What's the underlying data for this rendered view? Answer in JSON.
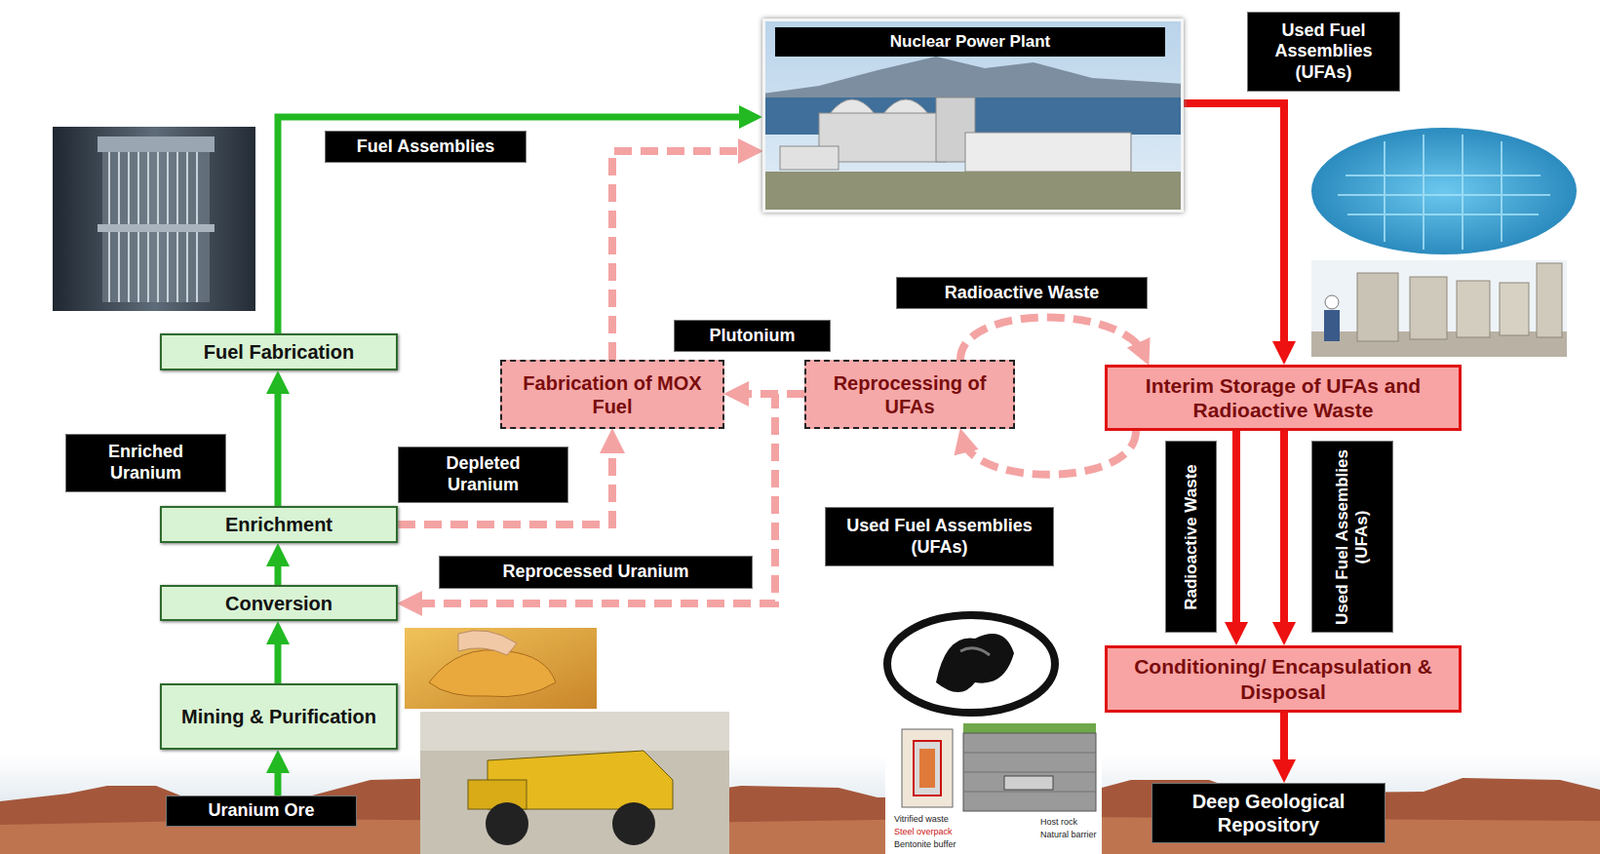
{
  "diagram": {
    "nodes": [
      {
        "text": [
          "Uranium Ore"
        ]
      },
      {
        "text": [
          "Mining & Purification"
        ]
      },
      {
        "text": [
          "Conversion"
        ]
      },
      {
        "text": [
          "Enrichment"
        ]
      },
      {
        "text": [
          "Fuel Fabrication"
        ]
      },
      {
        "text": [
          "Nuclear Power Plant"
        ]
      },
      {
        "text": [
          "Fabrication of MOX Fuel"
        ]
      },
      {
        "text": [
          "Reprocessing of UFAs"
        ]
      },
      {
        "text": [
          "Interim Storage of UFAs and Radioactive Waste"
        ]
      },
      {
        "text": [
          "Conditioning/ Encapsulation & Disposal"
        ]
      },
      {
        "text": [
          "Deep Geological Repository"
        ]
      }
    ],
    "edges": [
      {
        "from": 0,
        "to": 1,
        "arrow": "to"
      },
      {
        "from": 1,
        "to": 2,
        "arrow": "to"
      },
      {
        "from": 2,
        "to": 3,
        "arrow": "to"
      },
      {
        "from": 3,
        "to": 4,
        "label": "Enriched Uranium",
        "arrow": "to"
      },
      {
        "from": 4,
        "to": 5,
        "label": "Fuel Assemblies",
        "arrow": "to"
      },
      {
        "from": 3,
        "to": 6,
        "label": "Depleted Uranium",
        "arrow": "to"
      },
      {
        "from": 6,
        "to": 5,
        "arrow": "to"
      },
      {
        "from": 7,
        "to": 6,
        "label": "Plutonium",
        "arrow": "to"
      },
      {
        "from": 7,
        "to": 2,
        "label": "Reprocessed Uranium",
        "arrow": "to"
      },
      {
        "from": 5,
        "to": 8,
        "label": "Used Fuel Assemblies (UFAs)",
        "arrow": "to"
      },
      {
        "from": 7,
        "to": 8,
        "label": "Radioactive Waste",
        "arrow": "to"
      },
      {
        "from": 8,
        "to": 7,
        "label": "Used Fuel Assemblies (UFAs)",
        "arrow": "to"
      },
      {
        "from": 8,
        "to": 9,
        "label": "Radioactive Waste",
        "arrow": "to"
      },
      {
        "from": 8,
        "to": 9,
        "label": "Used Fuel Assemblies (UFAs)",
        "arrow": "to"
      },
      {
        "from": 9,
        "to": 10,
        "arrow": "to"
      }
    ],
    "labels": [
      "Vitrified waste",
      "Steel overpack",
      "Bentonite buffer",
      "Host rock",
      "Natural barrier"
    ]
  }
}
